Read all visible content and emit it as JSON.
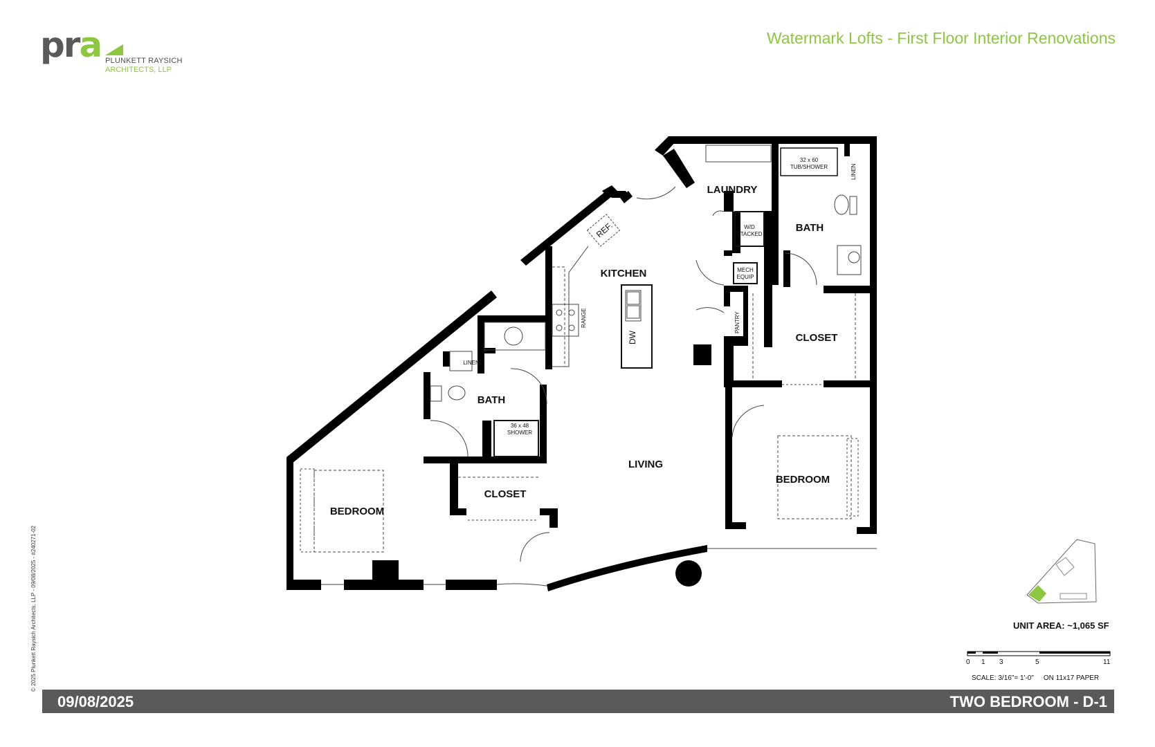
{
  "header": {
    "logo_mark_pr": "pr",
    "logo_mark_a": "a",
    "firm_line1": "PLUNKETT RAYSICH",
    "firm_line2": "ARCHITECTS, LLP",
    "project_title": "Watermark Lofts - First Floor Interior Renovations"
  },
  "side_note": "© 2025 Plunkett Raysich Architects, LLP  -  09/08/2025 - #240271-02",
  "plan": {
    "rooms": {
      "laundry": "LAUNDRY",
      "bath_upper": "BATH",
      "kitchen": "KITCHEN",
      "closet_right": "CLOSET",
      "bath_left": "BATH",
      "living": "LIVING",
      "bedroom_right": "BEDROOM",
      "closet_left": "CLOSET",
      "bedroom_left": "BEDROOM"
    },
    "fixtures": {
      "tub_line1": "32 x 60",
      "tub_line2": "TUB/SHOWER",
      "linen_upper": "LINEN",
      "wd_line1": "W/D",
      "wd_line2": "STACKED",
      "ref": "REF.",
      "mech_line1": "MECH",
      "mech_line2": "EQUIP",
      "range": "RANGE",
      "dw": "DW",
      "pantry": "PANTRY",
      "linen_lower": "LINEN",
      "shower_line1": "36 x 48",
      "shower_line2": "SHOWER"
    }
  },
  "legend": {
    "unit_area": "UNIT AREA:  ~1,065 SF",
    "scale_ticks": [
      "0",
      "1",
      "3",
      "5",
      "11"
    ],
    "scale_text": "SCALE: 3/16\"= 1'-0\"",
    "paper_text": "ON 11x17 PAPER"
  },
  "footer": {
    "date": "09/08/2025",
    "unit_name": "TWO BEDROOM - D-1"
  },
  "colors": {
    "brand_green": "#8dc63f",
    "footer_gray": "#5a5a5a"
  }
}
